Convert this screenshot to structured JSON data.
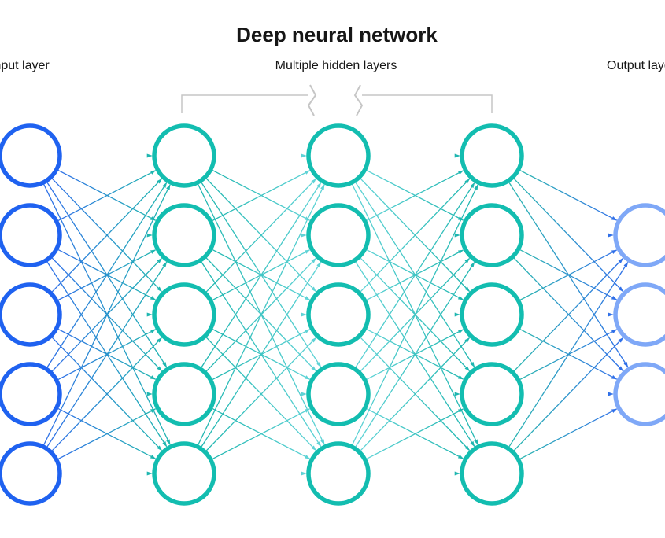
{
  "title": "Deep neural network",
  "labels": {
    "input": "Input layer",
    "hidden": "Multiple hidden layers",
    "output": "Output layer"
  },
  "layers": [
    {
      "role": "input",
      "nodes": 5,
      "color": "#1f62f0"
    },
    {
      "role": "hidden",
      "nodes": 5,
      "color": "#13bdb0"
    },
    {
      "role": "hidden",
      "nodes": 5,
      "color": "#13bdb0"
    },
    {
      "role": "hidden",
      "nodes": 5,
      "color": "#13bdb0"
    },
    {
      "role": "output",
      "nodes": 3,
      "color": "#7fa8f7"
    }
  ],
  "connections": "fully-connected",
  "edge_colors": [
    "#2f6fe8",
    "#1fb6b0",
    "#5fd3d6",
    "#2ab7b0"
  ],
  "bracket_color": "#c6c6c6"
}
